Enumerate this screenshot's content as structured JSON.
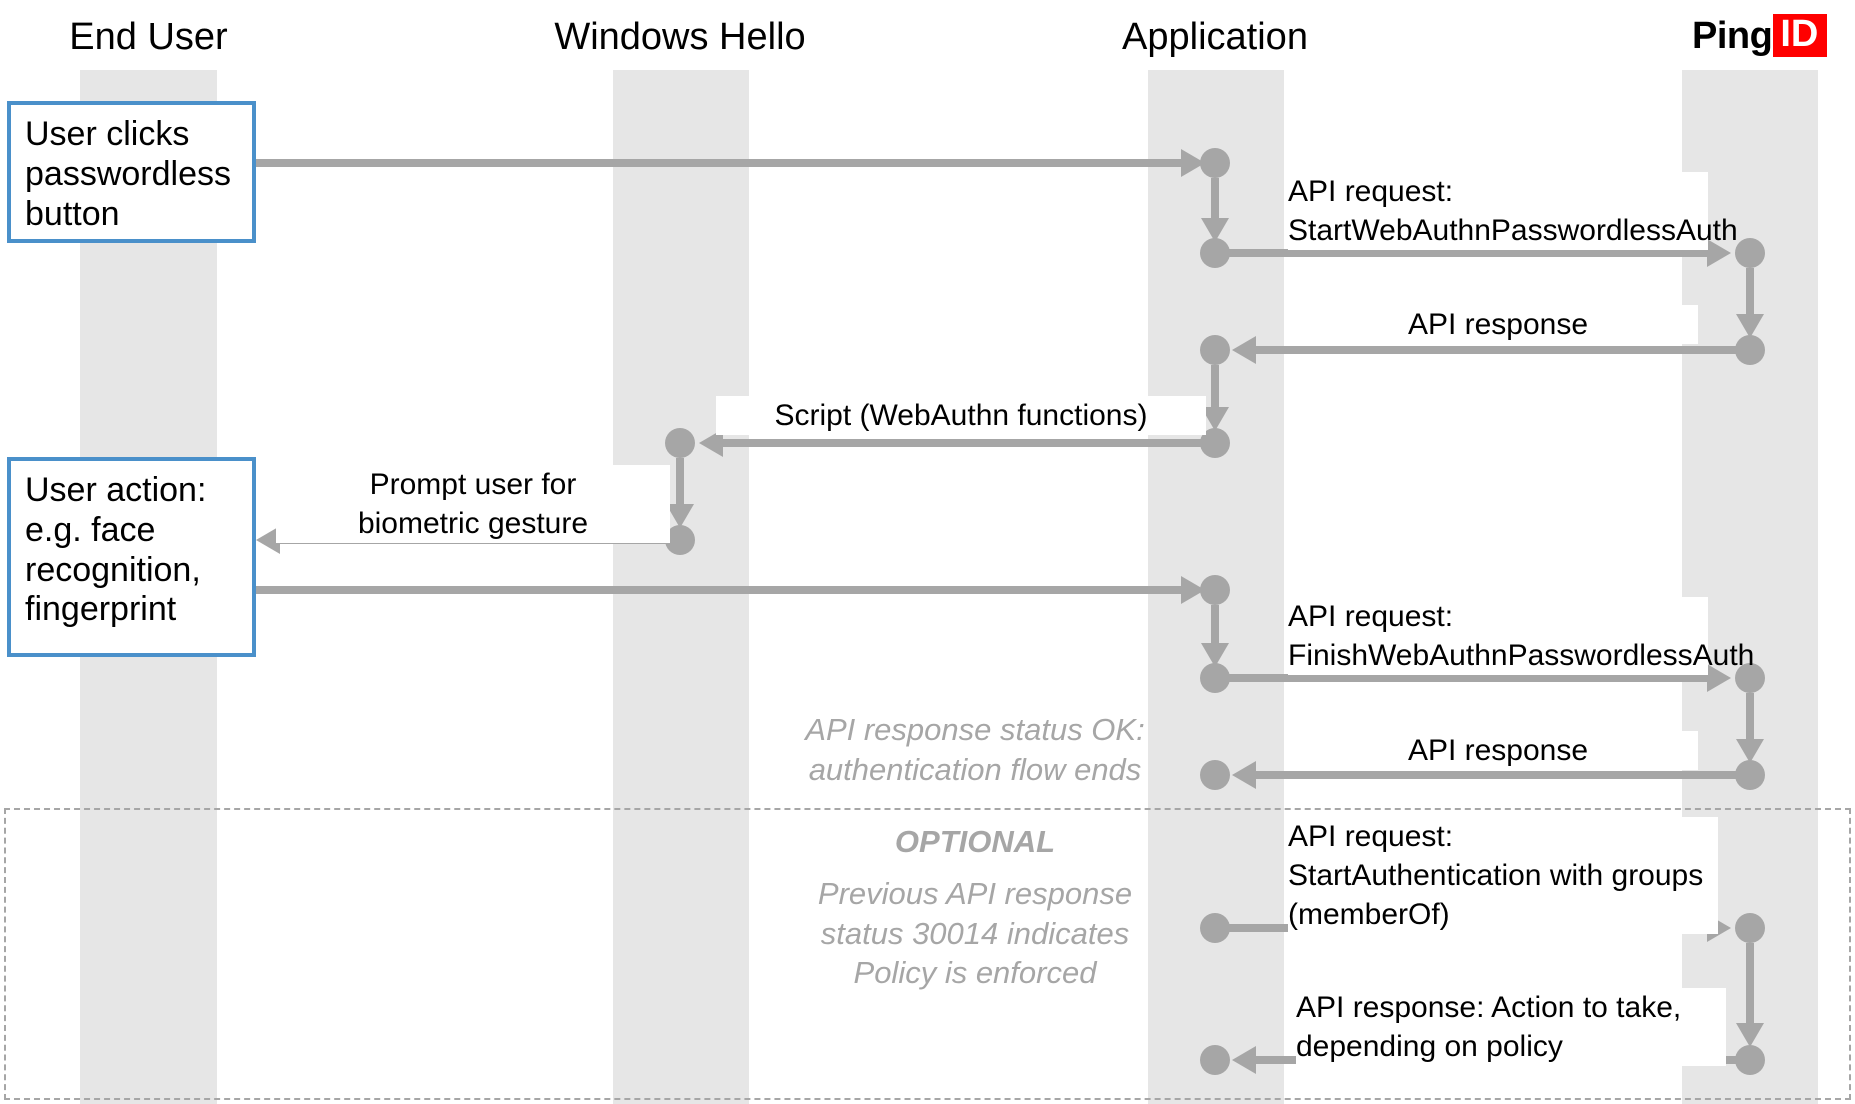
{
  "diagram": {
    "title": "WebAuthn passwordless authentication sequence",
    "accent_blue": "#4a90ca",
    "lifeline_gray": "#e6e6e6",
    "arrow_gray": "#a6a6a6",
    "brand_red": "#ff0000"
  },
  "columns": [
    {
      "id": "end-user",
      "label": "End User"
    },
    {
      "id": "windows-hello",
      "label": "Windows Hello"
    },
    {
      "id": "application",
      "label": "Application"
    },
    {
      "id": "pingid",
      "label_ping": "Ping",
      "label_id": "ID"
    }
  ],
  "notes": [
    {
      "id": "note-user-clicks",
      "text": "User clicks\npasswordless\nbutton"
    },
    {
      "id": "note-user-action",
      "text": "User action:\ne.g. face\nrecognition,\nfingerprint"
    }
  ],
  "messages": [
    {
      "id": "m1",
      "label": "",
      "from": "end-user",
      "to": "application",
      "dir": "right"
    },
    {
      "id": "m2",
      "label": "API request:\nStartWebAuthnPasswordlessAuth",
      "from": "application",
      "to": "pingid",
      "dir": "right"
    },
    {
      "id": "m3",
      "label": "API response",
      "from": "pingid",
      "to": "application",
      "dir": "left"
    },
    {
      "id": "m4",
      "label": "Script (WebAuthn functions)",
      "from": "application",
      "to": "windows-hello",
      "dir": "left"
    },
    {
      "id": "m5",
      "label": "Prompt user for\nbiometric gesture",
      "from": "windows-hello",
      "to": "end-user",
      "dir": "left"
    },
    {
      "id": "m6",
      "label": "",
      "from": "end-user",
      "to": "application",
      "dir": "right"
    },
    {
      "id": "m7",
      "label": "API request:\nFinishWebAuthnPasswordlessAuth",
      "from": "application",
      "to": "pingid",
      "dir": "right"
    },
    {
      "id": "m8",
      "label": "API response",
      "from": "pingid",
      "to": "application",
      "dir": "left"
    },
    {
      "id": "m9",
      "label": "API request:\nStartAuthentication with groups\n(memberOf)",
      "from": "application",
      "to": "pingid",
      "dir": "right"
    },
    {
      "id": "m10",
      "label": "API response: Action to take,\ndepending on policy",
      "from": "pingid",
      "to": "application",
      "dir": "left"
    }
  ],
  "annotations": [
    {
      "id": "anno-flow-ends",
      "text": "API response status OK:\nauthentication flow ends"
    },
    {
      "id": "anno-optional-title",
      "text": "OPTIONAL"
    },
    {
      "id": "anno-optional-body",
      "text": "Previous API response\nstatus 30014 indicates\nPolicy is enforced"
    }
  ]
}
